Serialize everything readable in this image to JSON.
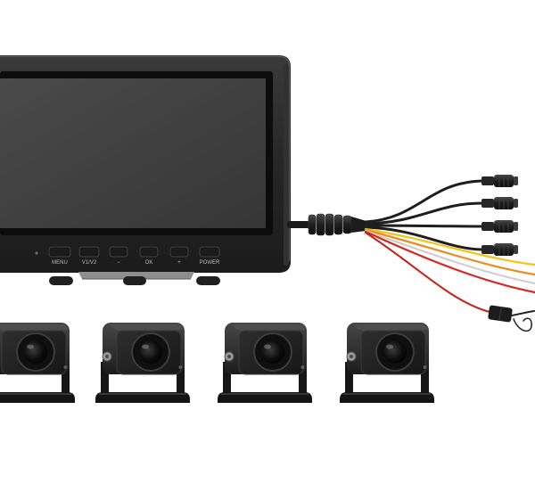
{
  "monitor": {
    "buttons": [
      {
        "label": "MENU"
      },
      {
        "label": "V1/V2"
      },
      {
        "label": "−"
      },
      {
        "label": "OK"
      },
      {
        "label": "+"
      },
      {
        "label": "POWER"
      }
    ]
  }
}
